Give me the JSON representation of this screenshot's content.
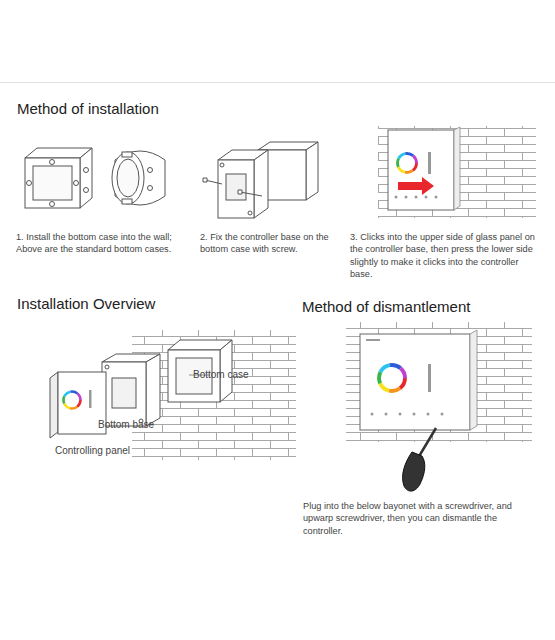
{
  "diagram": {
    "labels": [
      "Method of installation",
      "1. Install the bottom case into the wall; Above are the standard bottom cases.",
      "2. Fix the controller base on the bottom case with screw.",
      "3. Clicks into the upper side of glass panel on the controller base, then press the lower side slightly to make it clicks into the controller base.",
      "Installation Overview",
      "Method of dismantlement",
      "Bottom case",
      "Bottom base",
      "Controlling panel",
      "Plug into the below bayonet with a screwdriver, and upwarp screwdriver, then you can dismantle the controller."
    ]
  }
}
